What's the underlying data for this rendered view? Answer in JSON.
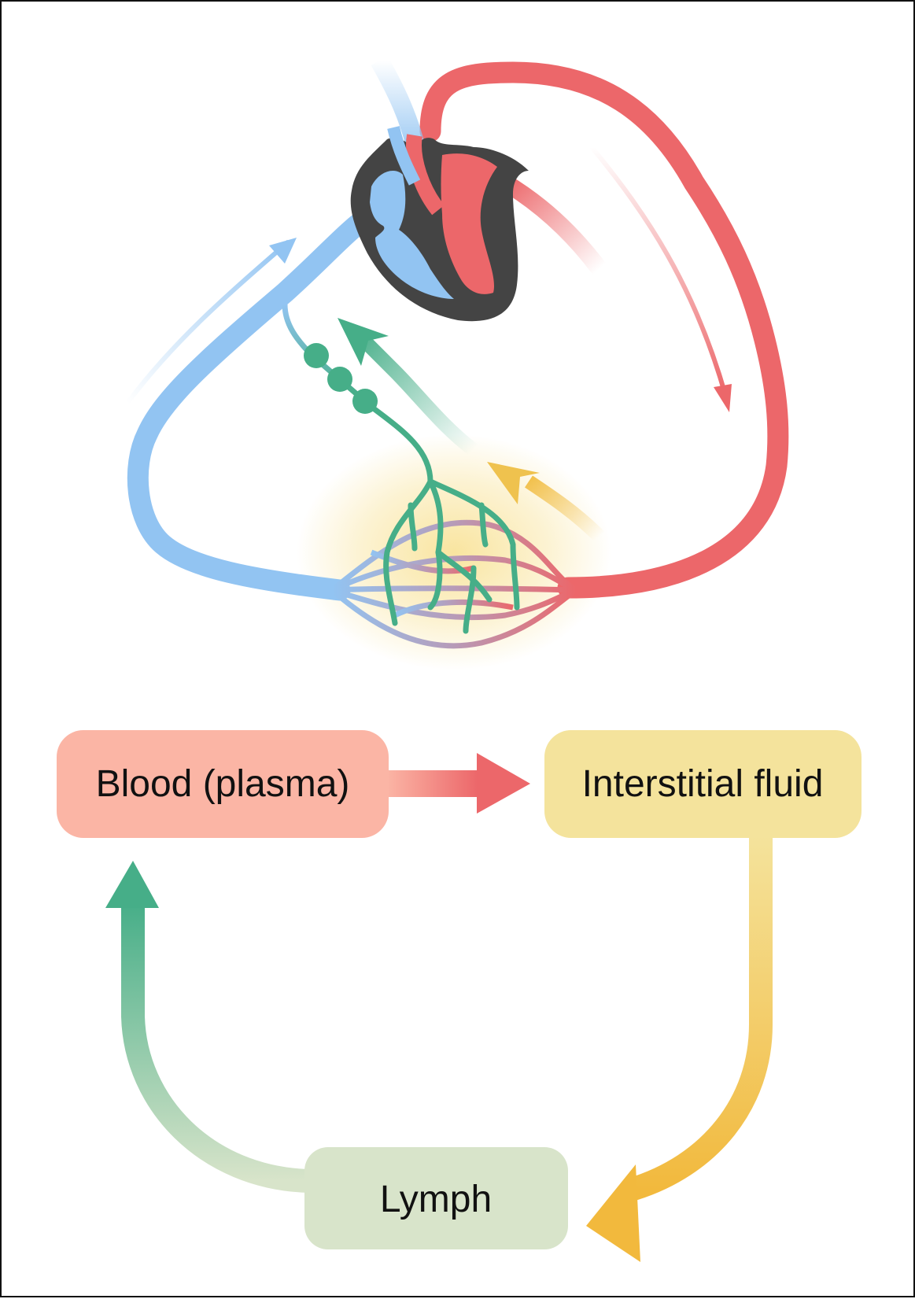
{
  "diagram": {
    "title": "Blood, interstitial fluid and lymph circulation",
    "nodes": {
      "blood": {
        "label": "Blood (plasma)",
        "color": "#fbb5a5"
      },
      "interstitial": {
        "label": "Interstitial fluid",
        "color": "#f4e39c"
      },
      "lymph": {
        "label": "Lymph",
        "color": "#d8e4ca"
      }
    },
    "flows": [
      {
        "from": "Blood (plasma)",
        "to": "Interstitial fluid",
        "color": "#ec676a"
      },
      {
        "from": "Interstitial fluid",
        "to": "Lymph",
        "color": "#f2b93d"
      },
      {
        "from": "Lymph",
        "to": "Blood (plasma)",
        "color": "#46ae88"
      }
    ],
    "colors": {
      "vein": "#92c4f2",
      "artery": "#ec676a",
      "heart_wall": "#444444",
      "lymph_vessel": "#46ae88",
      "tissue_glow": "#f7dc80",
      "capillary_mid": "#b79bb8"
    }
  }
}
